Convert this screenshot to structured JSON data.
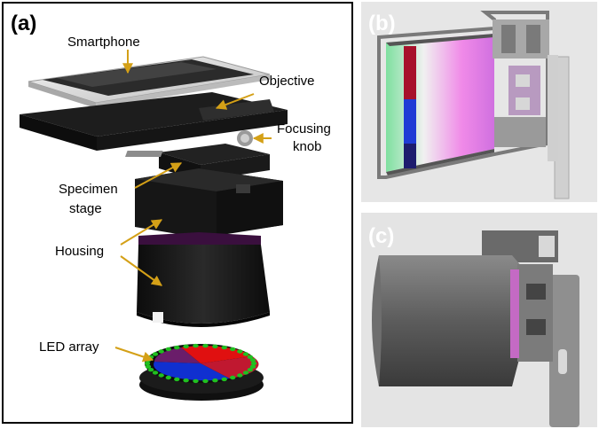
{
  "panels": {
    "a": {
      "id_label": "(a)",
      "labels": {
        "smartphone": "Smartphone",
        "objective": "Objective",
        "focusing_line1": "Focusing",
        "focusing_line2": "knob",
        "specimen_line1": "Specimen",
        "specimen_line2": "stage",
        "housing": "Housing",
        "led_array": "LED array"
      }
    },
    "b": {
      "id_label": "(b)"
    },
    "c": {
      "id_label": "(c)"
    }
  },
  "colors": {
    "arrow": "#d4a017",
    "led_red": "#e01010",
    "led_blue": "#1030d0",
    "led_green": "#20c020",
    "housing": "#141414"
  }
}
